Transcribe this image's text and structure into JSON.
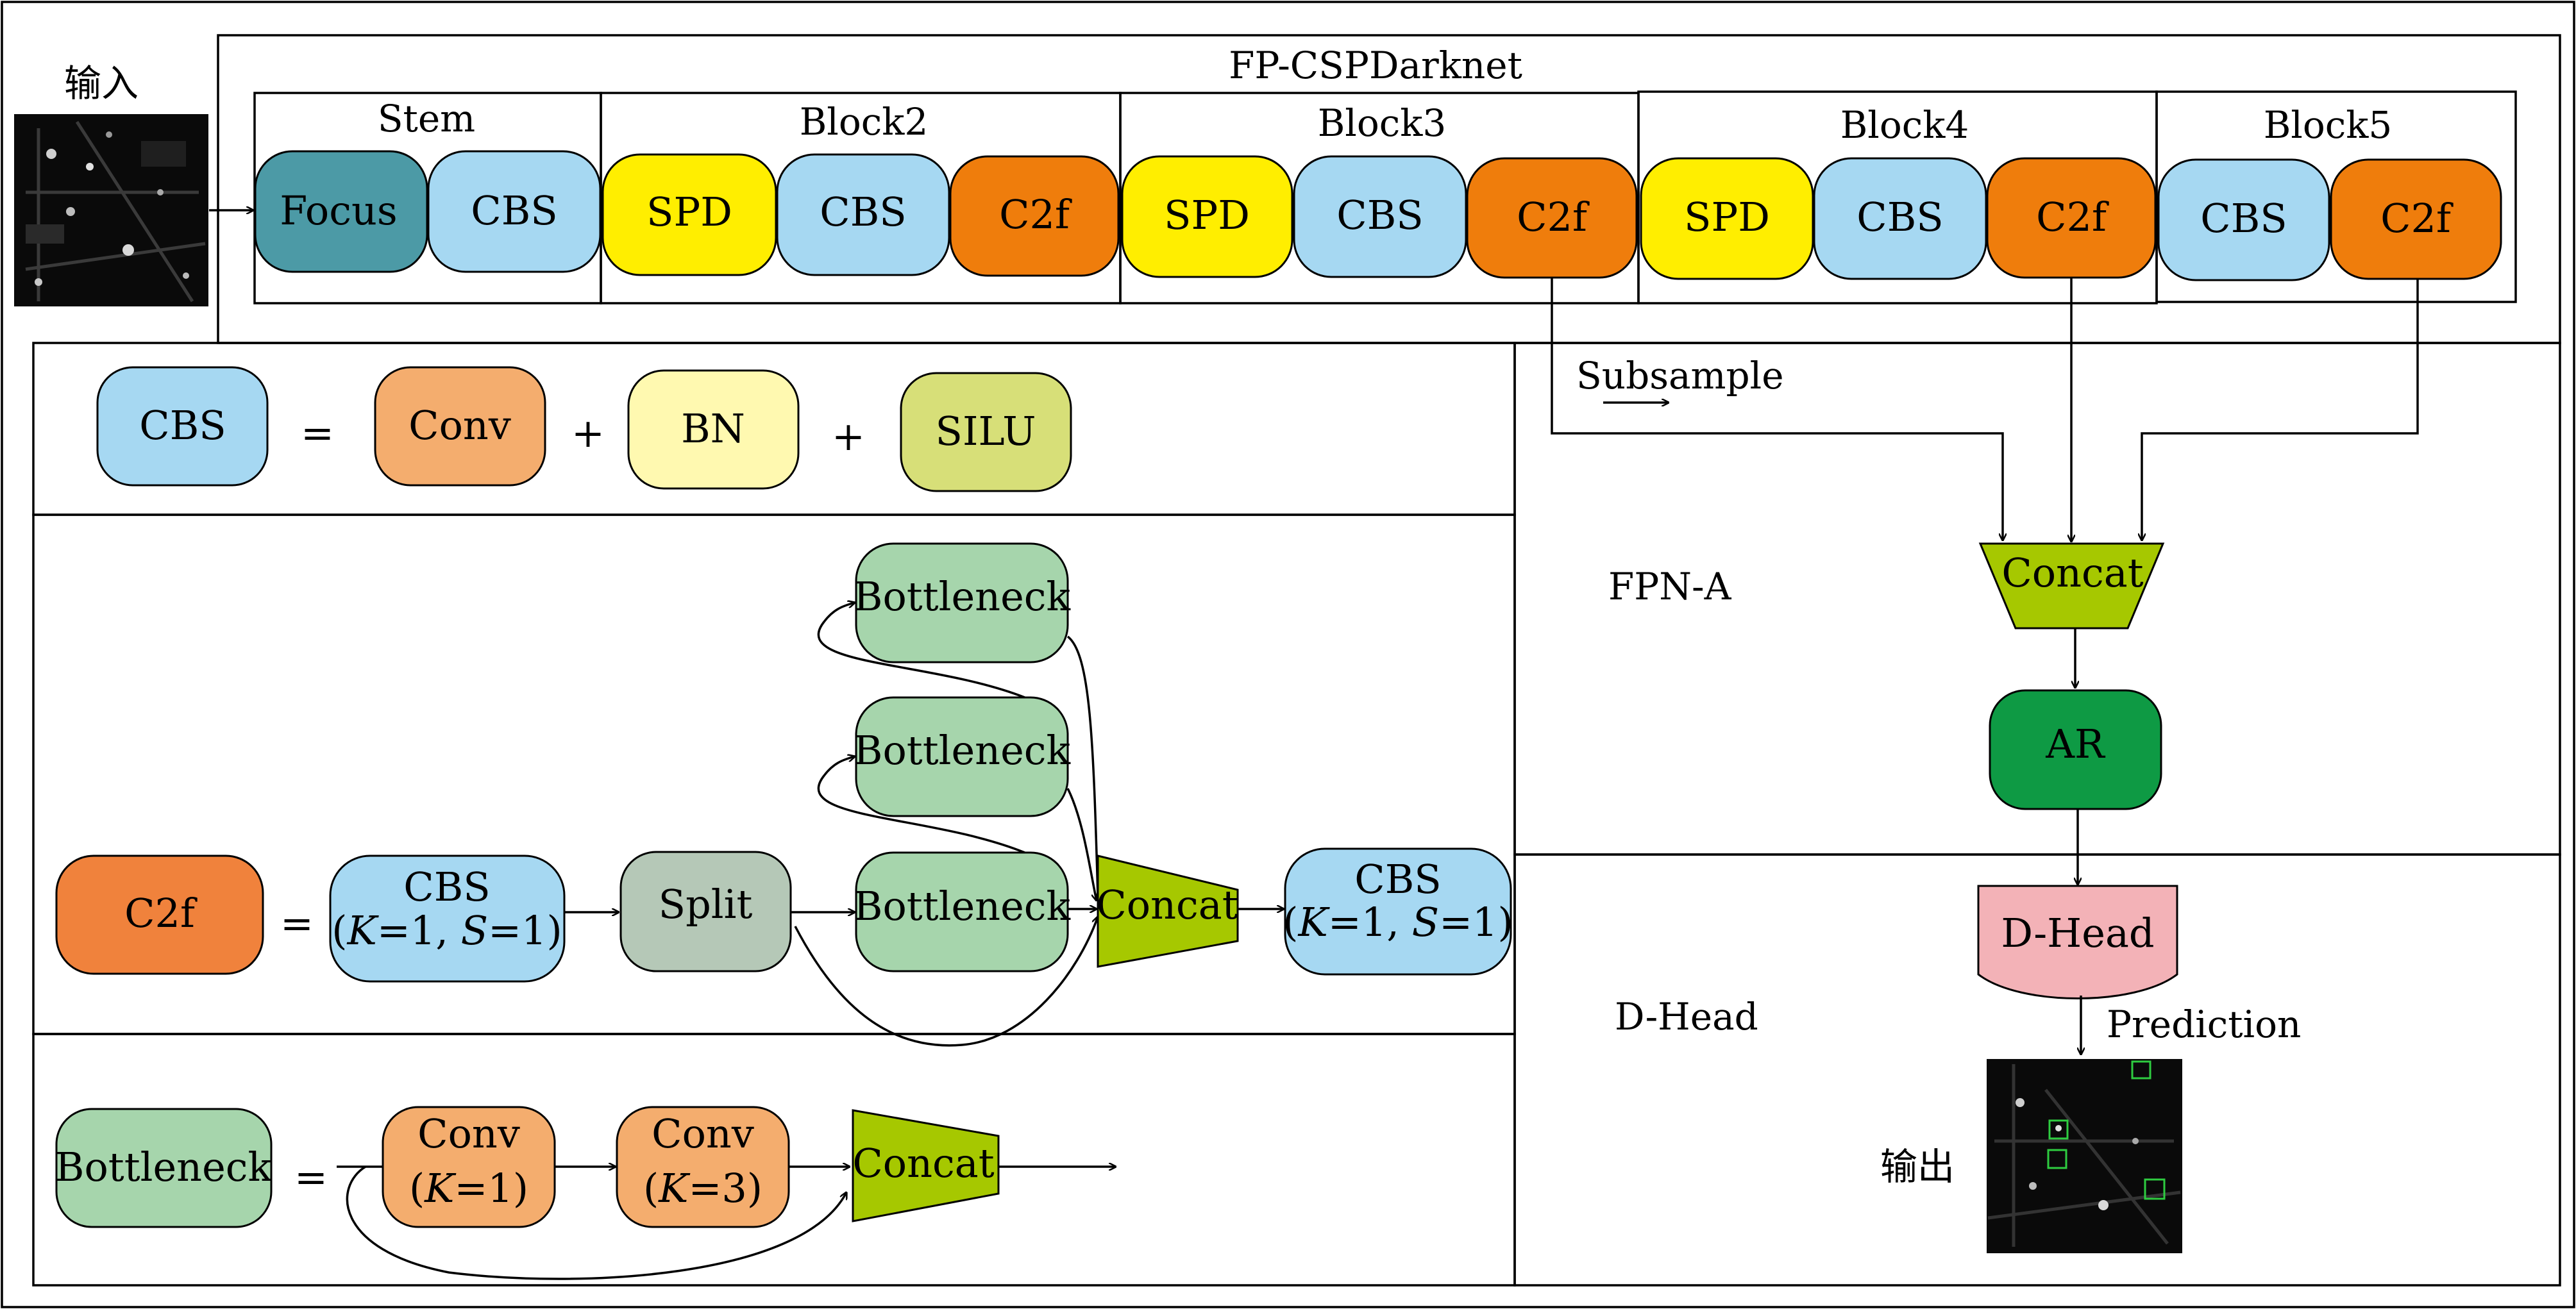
{
  "colors": {
    "focus": "#4c9aa6",
    "cbs": "#a6d8f2",
    "spd": "#ffee00",
    "c2f": "#ef7d0c",
    "c2f_legend": "#f0823c",
    "conv": "#f4ad6e",
    "bn": "#fff9b0",
    "silu": "#d7df78",
    "split": "#b5c8b7",
    "bottleneck": "#a6d5ac",
    "concat": "#a6c800",
    "ar": "#0e9a44",
    "dhead": "#f3b2b7"
  },
  "input_label": "输入",
  "output_label": "输出",
  "backbone": {
    "title": "FP-CSPDarknet",
    "stages": [
      {
        "name": "Stem",
        "blocks": [
          {
            "label": "Focus",
            "kind": "focus"
          },
          {
            "label": "CBS",
            "kind": "cbs"
          }
        ]
      },
      {
        "name": "Block2",
        "blocks": [
          {
            "label": "SPD",
            "kind": "spd"
          },
          {
            "label": "CBS",
            "kind": "cbs"
          },
          {
            "label": "C2f",
            "kind": "c2f"
          }
        ]
      },
      {
        "name": "Block3",
        "blocks": [
          {
            "label": "SPD",
            "kind": "spd"
          },
          {
            "label": "CBS",
            "kind": "cbs"
          },
          {
            "label": "C2f",
            "kind": "c2f"
          }
        ]
      },
      {
        "name": "Block4",
        "blocks": [
          {
            "label": "SPD",
            "kind": "spd"
          },
          {
            "label": "CBS",
            "kind": "cbs"
          },
          {
            "label": "C2f",
            "kind": "c2f"
          }
        ]
      },
      {
        "name": "Block5",
        "blocks": [
          {
            "label": "CBS",
            "kind": "cbs"
          },
          {
            "label": "C2f",
            "kind": "c2f"
          }
        ]
      }
    ]
  },
  "legend_cbs": {
    "lhs": "CBS",
    "equals": "=",
    "plus": "+",
    "terms": [
      {
        "label": "Conv",
        "kind": "conv"
      },
      {
        "label": "BN",
        "kind": "bn"
      },
      {
        "label": "SILU",
        "kind": "silu"
      }
    ]
  },
  "legend_c2f": {
    "lhs": "C2f",
    "equals": "=",
    "cbs_line1": "CBS",
    "cbs_line2": {
      "pre": "(",
      "k": "K",
      "kval": "=1, ",
      "s": "S",
      "sval": "=1)"
    },
    "split": "Split",
    "bottlenecks": [
      "Bottleneck",
      "Bottleneck",
      "Bottleneck"
    ],
    "concat": "Concat"
  },
  "legend_bottleneck": {
    "lhs": "Bottleneck",
    "equals": "=",
    "conv1": {
      "line1": "Conv",
      "pre": "(",
      "k": "K",
      "kval": "=1)"
    },
    "conv2": {
      "line1": "Conv",
      "pre": "(",
      "k": "K",
      "kval": "=3)"
    },
    "concat": "Concat"
  },
  "neck": {
    "subsample_label": "Subsample",
    "section_label": "FPN-A",
    "concat": "Concat",
    "ar": "AR"
  },
  "head": {
    "section_label": "D-Head",
    "node": "D-Head",
    "prediction": "Prediction"
  }
}
